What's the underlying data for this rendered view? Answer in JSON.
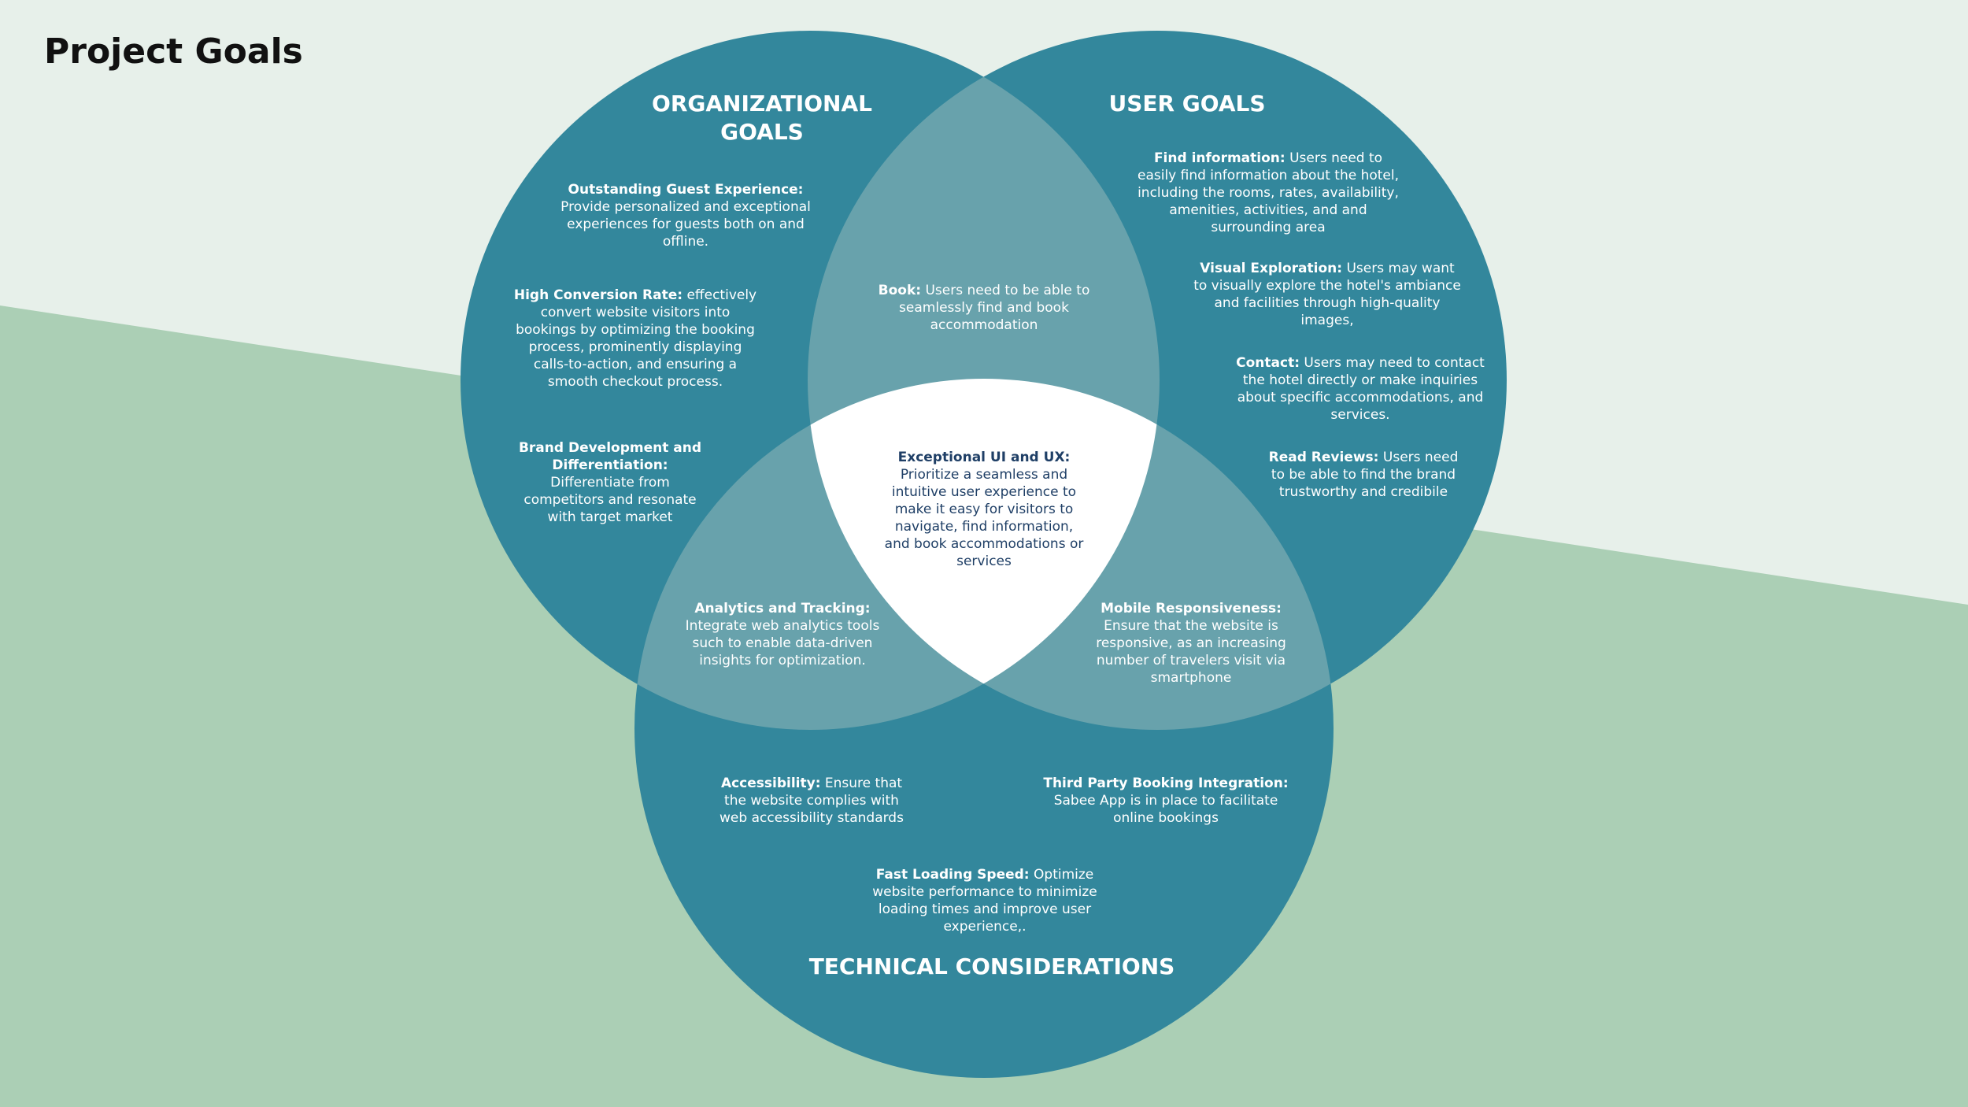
{
  "page_title": "Project Goals",
  "colors": {
    "background_light": "#e7f0ea",
    "background_green": "#abcfb5",
    "circle": "#33879c",
    "overlap": "#68a2ac",
    "center": "#ffffff",
    "center_text": "#1f3f66"
  },
  "sets": {
    "organizational": {
      "title": "ORGANIZATIONAL GOALS"
    },
    "user": {
      "title": "USER GOALS"
    },
    "technical": {
      "title": "TECHNICAL CONSIDERATIONS"
    }
  },
  "items": {
    "outstanding_guest_experience": {
      "heading": "Outstanding Guest Experience:",
      "text": "Provide personalized and exceptional experiences for guests both on and offline."
    },
    "high_conversion_rate": {
      "heading": "High Conversion Rate:",
      "text": "effectively convert website visitors into bookings by optimizing the booking process, prominently displaying calls-to-action, and ensuring a smooth checkout process."
    },
    "brand_development": {
      "heading": "Brand Development and Differentiation:",
      "text": "Differentiate from competitors and resonate with target market"
    },
    "find_information": {
      "heading": "Find information:",
      "text": "Users need to easily find information about the hotel, including the rooms, rates, availability, amenities, activities, and and surrounding area"
    },
    "visual_exploration": {
      "heading": "Visual Exploration:",
      "text": "Users may want to visually explore the hotel's ambiance and facilities through high-quality images,"
    },
    "contact": {
      "heading": "Contact:",
      "text": "Users may need to contact the hotel directly or make inquiries about specific accommodations, and services."
    },
    "read_reviews": {
      "heading": "Read Reviews:",
      "text": "Users need to be able to find the brand trustworthy and credibile"
    },
    "book": {
      "heading": "Book:",
      "text": "Users need to be able to seamlessly find and book accommodation"
    },
    "exceptional_ui_ux": {
      "heading": "Exceptional UI and UX:",
      "text": "Prioritize a seamless and intuitive user experience to make it easy for visitors to navigate, find information, and book accommodations or services"
    },
    "analytics_tracking": {
      "heading": "Analytics and Tracking:",
      "text": "Integrate web analytics tools such to enable data-driven insights for optimization."
    },
    "mobile_responsiveness": {
      "heading": "Mobile Responsiveness:",
      "text": "Ensure that the website is responsive, as an increasing number of travelers visit via smartphone"
    },
    "accessibility": {
      "heading": "Accessibility:",
      "text": "Ensure that the website complies with web accessibility standards"
    },
    "third_party_booking": {
      "heading": "Third Party Booking Integration:",
      "text": "Sabee App is in place to facilitate online bookings"
    },
    "fast_loading_speed": {
      "heading": "Fast Loading Speed:",
      "text": "Optimize website performance to minimize loading times and improve user experience,."
    }
  }
}
